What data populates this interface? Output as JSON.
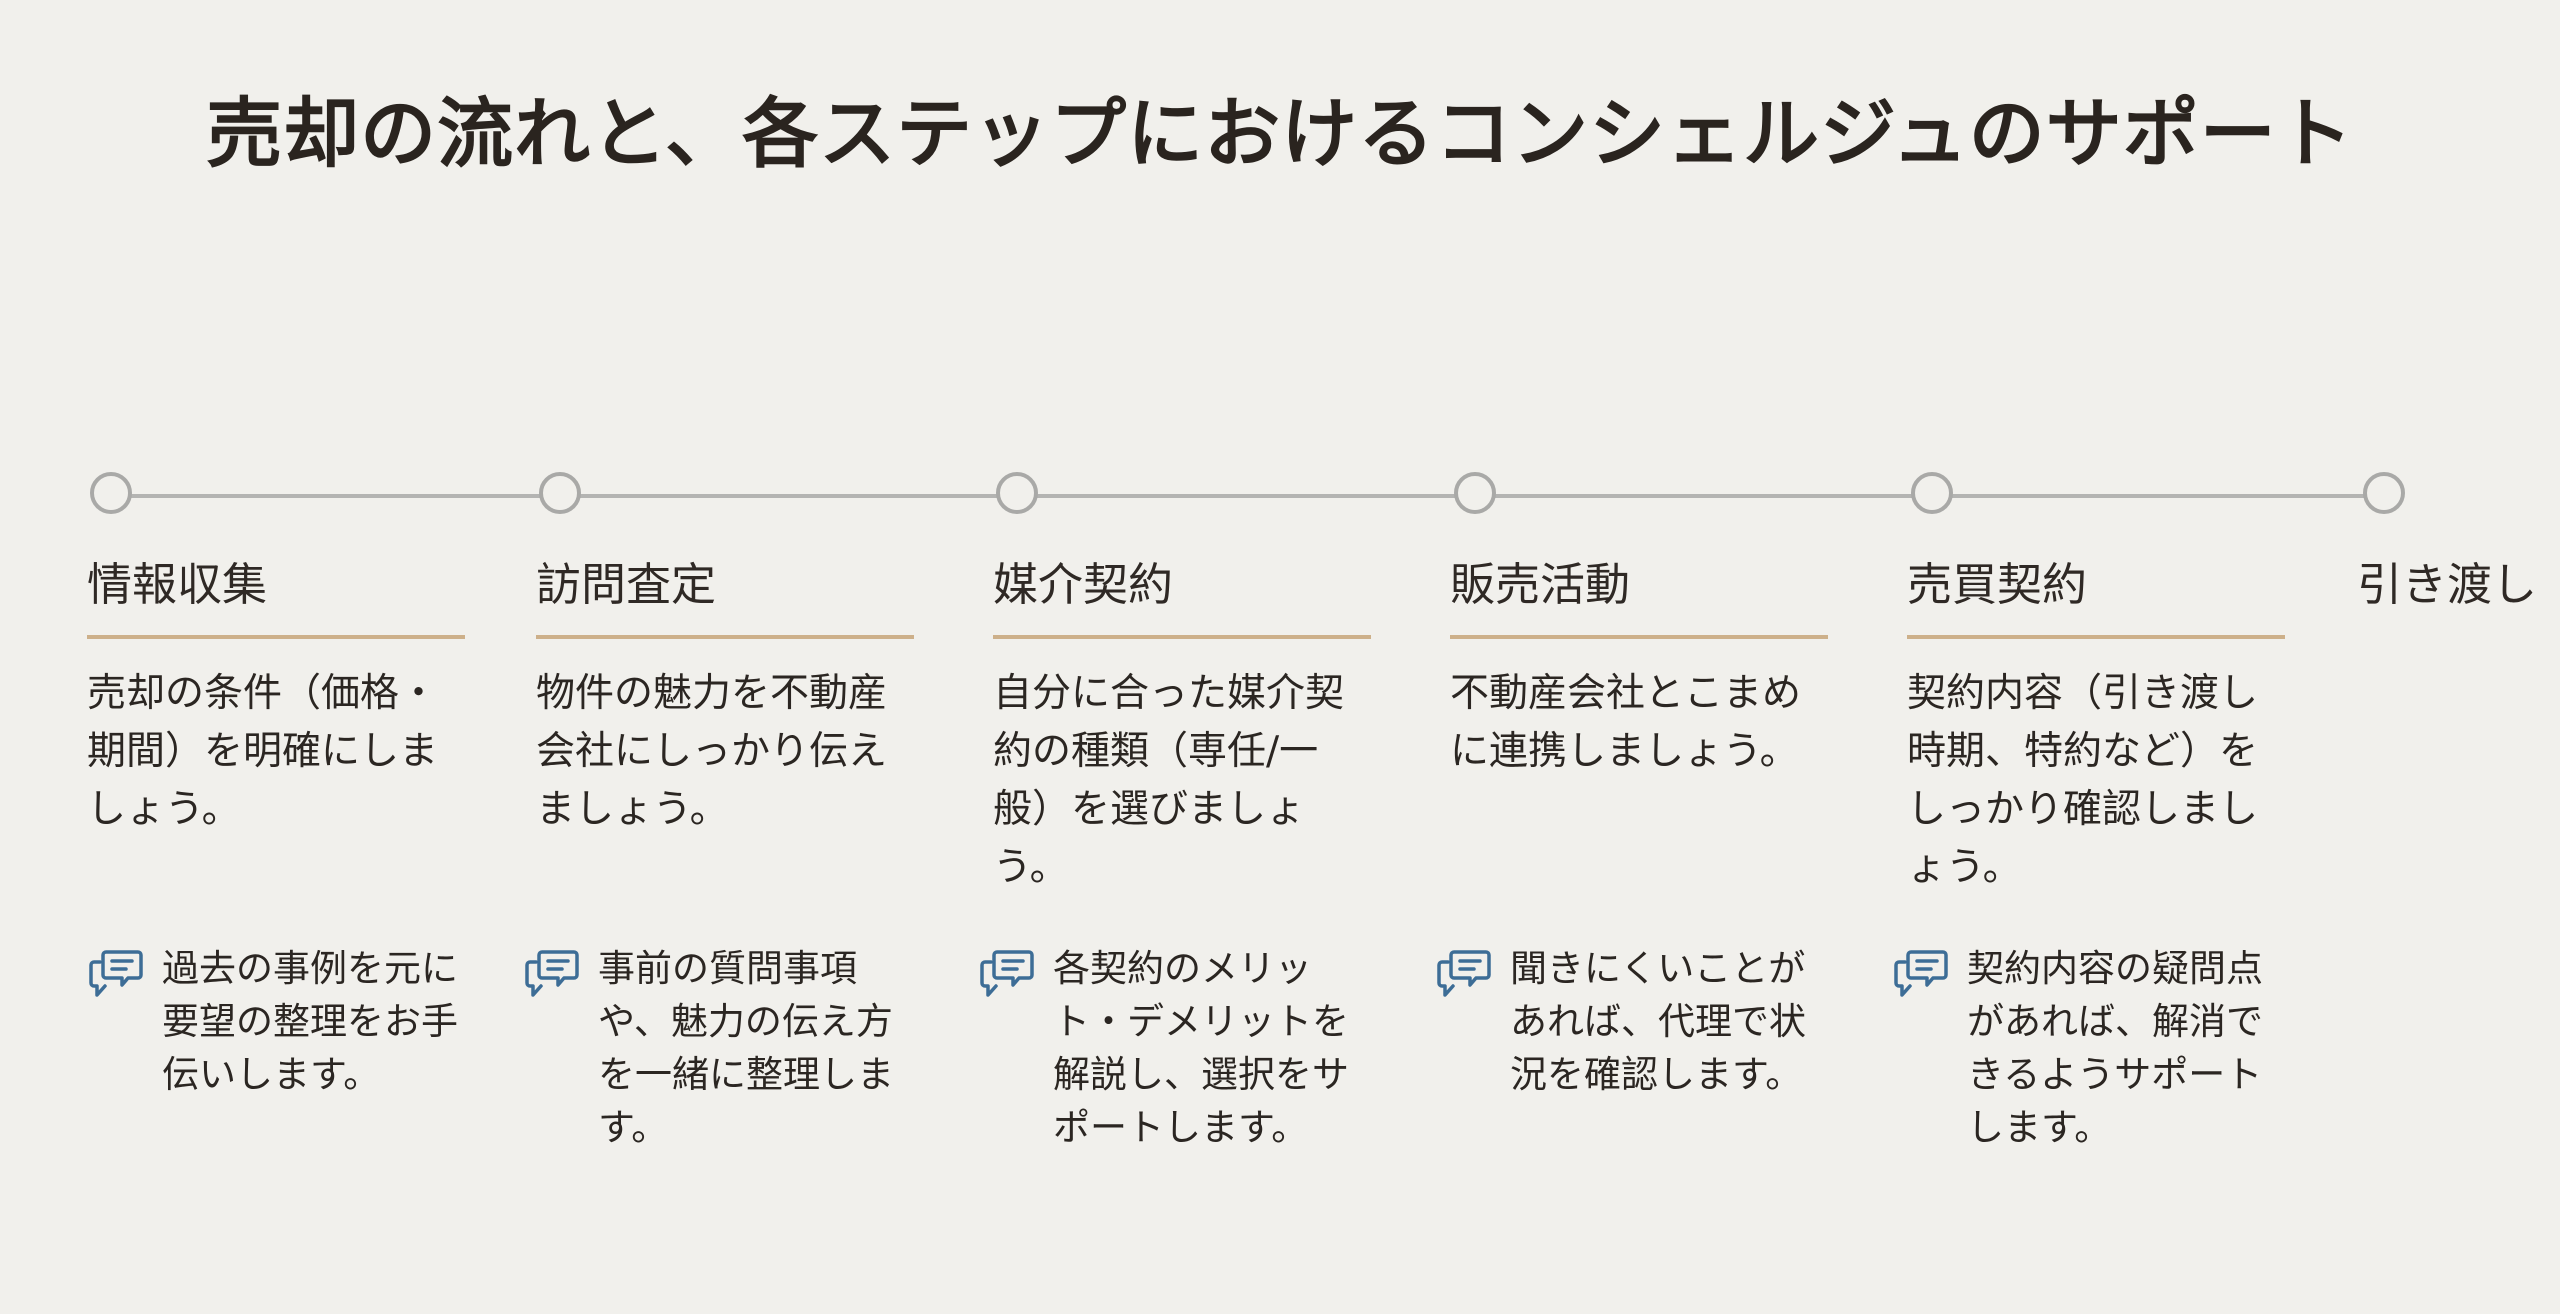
{
  "title": "売却の流れと、各ステップにおけるコンシェルジュのサポート",
  "colors": {
    "background": "#f1f0ec",
    "accent_rule": "#cdb08a",
    "node": "#a9a9a7",
    "icon": "#3d6d96"
  },
  "steps": [
    {
      "name": "情報収集",
      "description": "売却の条件（価格・期間）を明確にしましょう。",
      "support_icon": "chat-bubbles-icon",
      "support": "過去の事例を元に要望の整理をお手伝いします。"
    },
    {
      "name": "訪問査定",
      "description": "物件の魅力を不動産会社にしっかり伝えましょう。",
      "support_icon": "chat-bubbles-icon",
      "support": "事前の質問事項や、魅力の伝え方を一緒に整理します。"
    },
    {
      "name": "媒介契約",
      "description": "自分に合った媒介契約の種類（専任/一般）を選びましょう。",
      "support_icon": "chat-bubbles-icon",
      "support": "各契約のメリット・デメリットを解説し、選択をサポートします。"
    },
    {
      "name": "販売活動",
      "description": "不動産会社とこまめに連携しましょう。",
      "support_icon": "chat-bubbles-icon",
      "support": "聞きにくいことがあれば、代理で状況を確認します。"
    },
    {
      "name": "売買契約",
      "description": "契約内容（引き渡し時期、特約など）をしっかり確認しましょう。",
      "support_icon": "chat-bubbles-icon",
      "support": "契約内容の疑問点があれば、解消できるようサポートします。"
    },
    {
      "name": "引き渡し"
    }
  ]
}
